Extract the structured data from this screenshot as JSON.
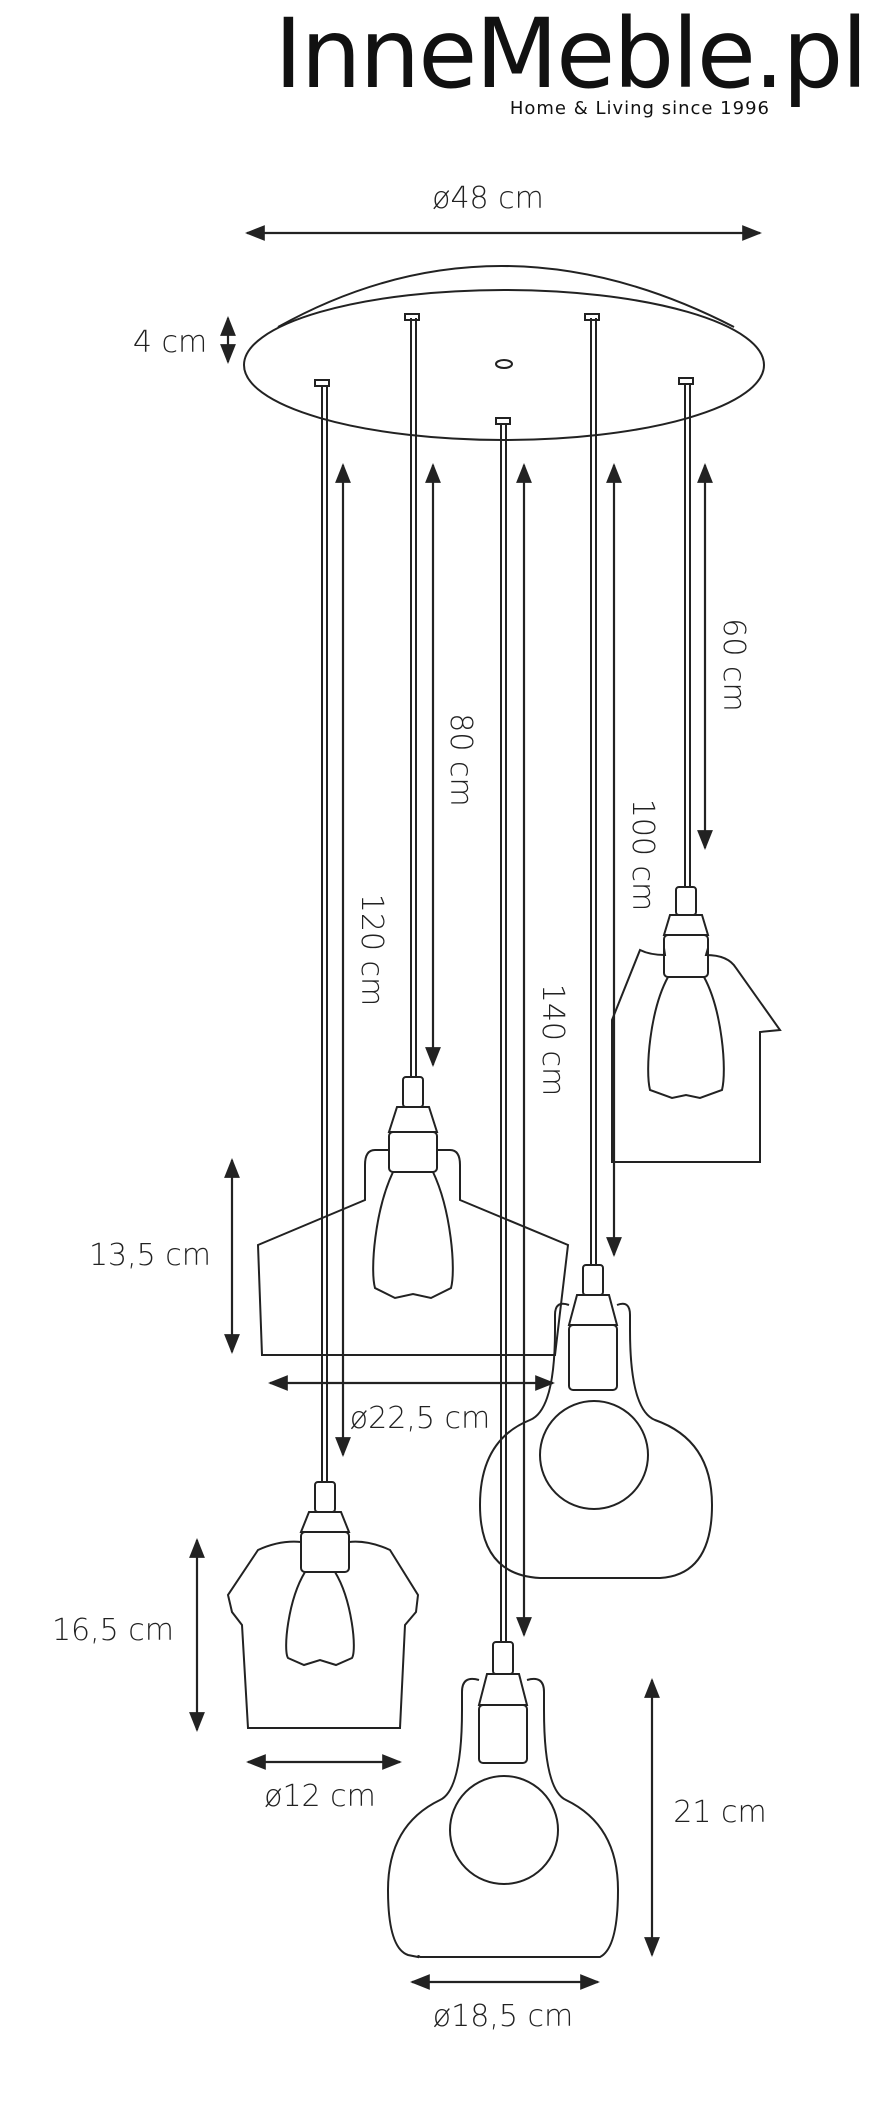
{
  "brand": {
    "name": "InneMeble.pl",
    "tagline": "Home & Living since 1996"
  },
  "dimensions": {
    "canopy_diameter": "ø48 cm",
    "canopy_height": "4 cm",
    "cable_60": "60 cm",
    "cable_80": "80 cm",
    "cable_100": "100 cm",
    "cable_120": "120 cm",
    "cable_140": "140 cm",
    "wide_height": "13,5 cm",
    "wide_diameter": "ø22,5 cm",
    "small_height": "16,5 cm",
    "small_diameter": "ø12 cm",
    "bell_height": "21 cm",
    "bell_diameter": "ø18,5 cm"
  },
  "colors": {
    "line": "#222222"
  }
}
